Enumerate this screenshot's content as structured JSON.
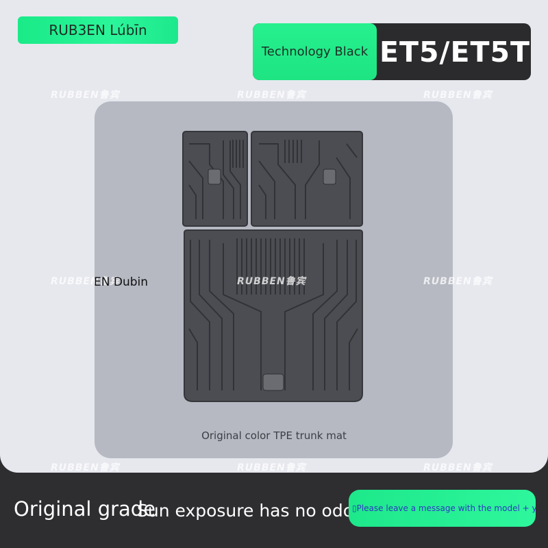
{
  "brand": {
    "label": "RUB3EN Lúbīn"
  },
  "product": {
    "color": "Technology Black",
    "model": "ET5/ET5T",
    "caption": "Original color TPE trunk mat",
    "side_label": "EN Dubin"
  },
  "watermark": {
    "text": "RUBBEN鲁宾"
  },
  "footer": {
    "grade": "Original grade",
    "feature": "Sun exposure has no odor",
    "message": "▯Please leave a message with the model + year"
  },
  "colors": {
    "accent": "#22ee8e",
    "dark": "#2e2e31",
    "background": "#e6e8ee",
    "panel": "#b6b9c2",
    "mat": "#4a4c51"
  }
}
